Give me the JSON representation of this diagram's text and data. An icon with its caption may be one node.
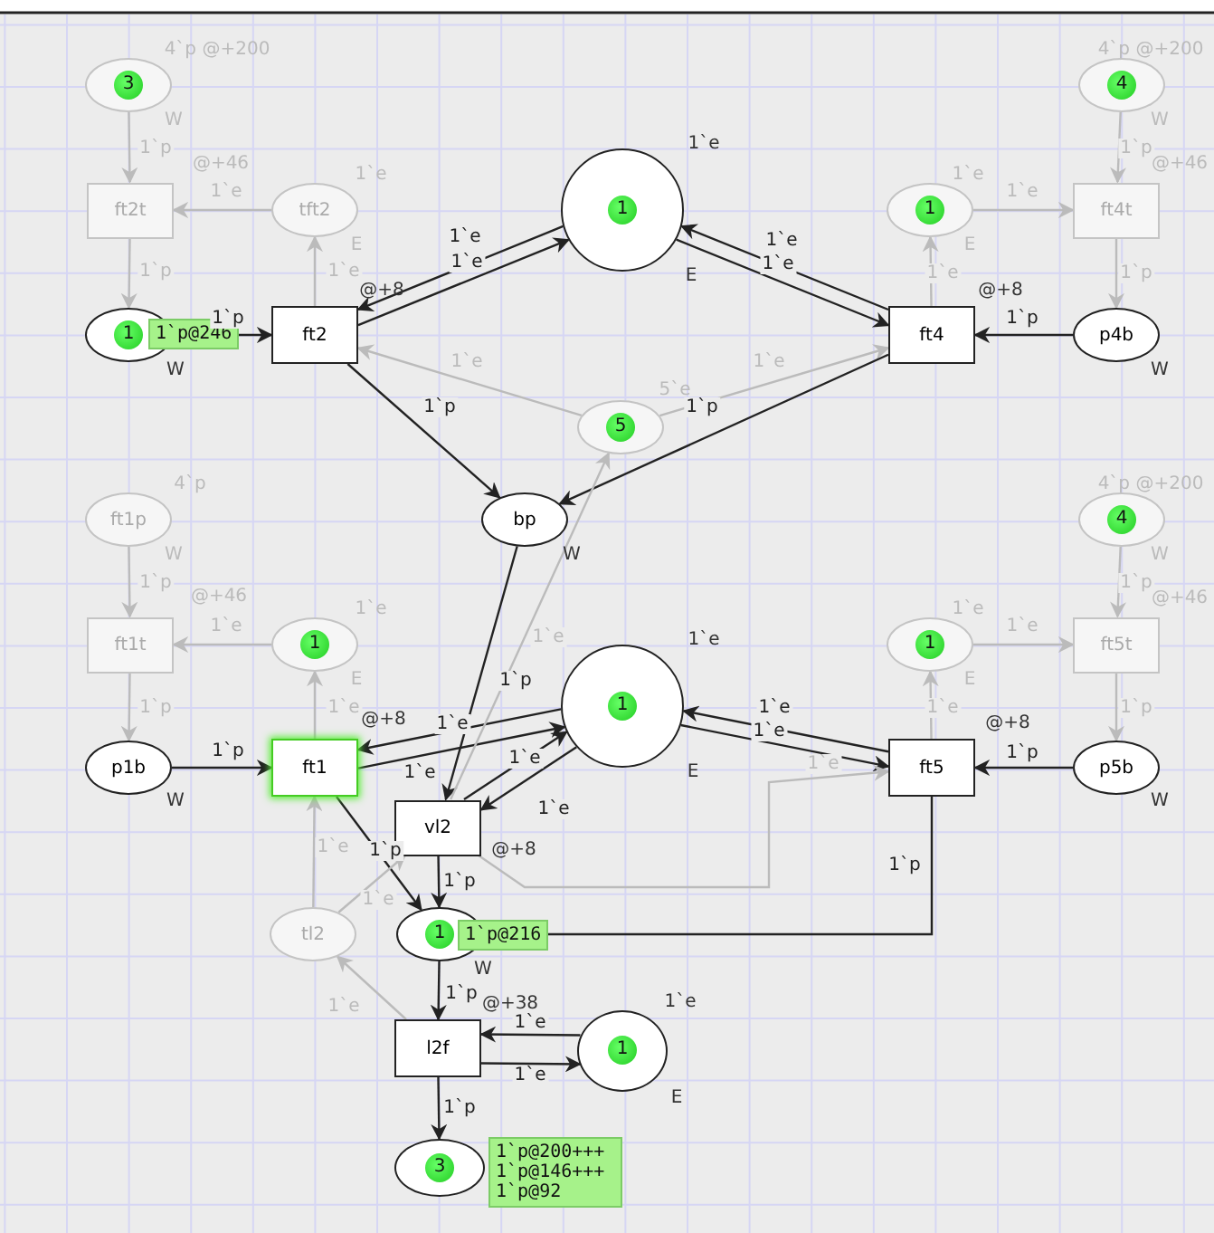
{
  "diagram": {
    "nodes": [
      {
        "text": [
          "3"
        ],
        "beside": [
          "4`p @+200",
          "W"
        ]
      },
      {
        "text": [
          "ft2t"
        ],
        "beside": [
          "@+46"
        ]
      },
      {
        "text": [
          "tft2"
        ],
        "beside": [
          "1`e",
          "E"
        ]
      },
      {
        "text": [
          "1"
        ],
        "beside": [
          "1`p@246",
          "W"
        ]
      },
      {
        "text": [
          "ft2"
        ],
        "beside": [
          "@+8"
        ]
      },
      {
        "text": [
          "1"
        ],
        "beside": [
          "1`e",
          "E"
        ]
      },
      {
        "text": [
          "4"
        ],
        "beside": [
          "4`p @+200",
          "W"
        ]
      },
      {
        "text": [
          "1"
        ],
        "beside": [
          "1`e",
          "E"
        ]
      },
      {
        "text": [
          "ft4t"
        ],
        "beside": [
          "@+46"
        ]
      },
      {
        "text": [
          "ft4"
        ],
        "beside": [
          "@+8"
        ]
      },
      {
        "text": [
          "p4b"
        ],
        "beside": [
          "W"
        ]
      },
      {
        "text": [
          "5"
        ],
        "beside": [
          "5`e"
        ]
      },
      {
        "text": [
          "bp"
        ],
        "beside": [
          "W"
        ]
      },
      {
        "text": [
          "ft1p"
        ],
        "beside": [
          "4`p",
          "W"
        ]
      },
      {
        "text": [
          "ft1t"
        ],
        "beside": [
          "@+46"
        ]
      },
      {
        "text": [
          "1"
        ],
        "beside": [
          "1`e",
          "E"
        ]
      },
      {
        "text": [
          "p1b"
        ],
        "beside": [
          "W"
        ]
      },
      {
        "text": [
          "ft1"
        ],
        "beside": [
          "@+8"
        ]
      },
      {
        "text": [
          "1"
        ],
        "beside": [
          "1`e",
          "E"
        ]
      },
      {
        "text": [
          "1"
        ],
        "beside": [
          "1`e",
          "E"
        ]
      },
      {
        "text": [
          "ft5t"
        ],
        "beside": [
          "@+46"
        ]
      },
      {
        "text": [
          "4"
        ],
        "beside": [
          "4`p @+200",
          "W"
        ]
      },
      {
        "text": [
          "ft5"
        ],
        "beside": [
          "@+8"
        ]
      },
      {
        "text": [
          "p5b"
        ],
        "beside": [
          "W"
        ]
      },
      {
        "text": [
          "vl2"
        ],
        "beside": [
          "@+8"
        ]
      },
      {
        "text": [
          "tl2"
        ]
      },
      {
        "text": [
          "1"
        ],
        "beside": [
          "1`p@216",
          "W"
        ]
      },
      {
        "text": [
          "l2f"
        ],
        "beside": [
          "@+38"
        ]
      },
      {
        "text": [
          "1"
        ],
        "beside": [
          "1`e",
          "E"
        ]
      },
      {
        "text": [
          "3"
        ],
        "beside": [
          "1`p@200+++ 1`p@146+++ 1`p@92"
        ]
      }
    ],
    "edges": [
      {
        "from": 0,
        "to": 1,
        "arrow": "to",
        "label": "1`p",
        "color": "#bbbbbb"
      },
      {
        "from": 2,
        "to": 1,
        "arrow": "to",
        "label": "1`e",
        "color": "#bbbbbb"
      },
      {
        "from": 1,
        "to": 3,
        "arrow": "to",
        "label": "1`p",
        "color": "#bbbbbb"
      },
      {
        "from": 4,
        "to": 2,
        "arrow": "to",
        "label": "1`e",
        "color": "#bbbbbb"
      },
      {
        "from": 3,
        "to": 4,
        "arrow": "to",
        "label": "1`p"
      },
      {
        "from": 5,
        "to": 4,
        "arrow": "to",
        "label": "1`e"
      },
      {
        "from": 4,
        "to": 5,
        "arrow": "to",
        "label": "1`e"
      },
      {
        "from": 4,
        "to": 12,
        "arrow": "to",
        "label": "1`p"
      },
      {
        "from": 11,
        "to": 4,
        "arrow": "to",
        "label": "1`e",
        "color": "#bbbbbb"
      },
      {
        "from": 11,
        "to": 9,
        "arrow": "to",
        "label": "1`e",
        "color": "#bbbbbb"
      },
      {
        "from": 9,
        "to": 5,
        "arrow": "to",
        "label": "1`e"
      },
      {
        "from": 5,
        "to": 9,
        "arrow": "to",
        "label": "1`e"
      },
      {
        "from": 9,
        "to": 7,
        "arrow": "to",
        "label": "1`e",
        "color": "#bbbbbb"
      },
      {
        "from": 7,
        "to": 8,
        "arrow": "to",
        "label": "1`e",
        "color": "#bbbbbb"
      },
      {
        "from": 6,
        "to": 8,
        "arrow": "to",
        "label": "1`p",
        "color": "#bbbbbb"
      },
      {
        "from": 8,
        "to": 10,
        "arrow": "to",
        "label": "1`p",
        "color": "#bbbbbb"
      },
      {
        "from": 10,
        "to": 9,
        "arrow": "to",
        "label": "1`p"
      },
      {
        "from": 9,
        "to": 12,
        "arrow": "to",
        "label": "1`p"
      },
      {
        "from": 13,
        "to": 14,
        "arrow": "to",
        "label": "1`p",
        "color": "#bbbbbb"
      },
      {
        "from": 15,
        "to": 14,
        "arrow": "to",
        "label": "1`e",
        "color": "#bbbbbb"
      },
      {
        "from": 14,
        "to": 16,
        "arrow": "to",
        "label": "1`p",
        "color": "#bbbbbb"
      },
      {
        "from": 17,
        "to": 15,
        "arrow": "to",
        "label": "1`e",
        "color": "#bbbbbb"
      },
      {
        "from": 16,
        "to": 17,
        "arrow": "to",
        "label": "1`p"
      },
      {
        "from": 18,
        "to": 17,
        "arrow": "to",
        "label": "1`e"
      },
      {
        "from": 17,
        "to": 18,
        "arrow": "to",
        "label": "1`e"
      },
      {
        "from": 12,
        "to": 24,
        "arrow": "to",
        "label": "1`p"
      },
      {
        "from": 24,
        "to": 11,
        "arrow": "to",
        "label": "1`e",
        "color": "#bbbbbb"
      },
      {
        "from": 24,
        "to": 18,
        "arrow": "to",
        "label": "1`e"
      },
      {
        "from": 18,
        "to": 24,
        "arrow": "to",
        "label": "1`e"
      },
      {
        "from": 17,
        "to": 26,
        "arrow": "to",
        "label": "1`p"
      },
      {
        "from": 24,
        "to": 26,
        "arrow": "to",
        "label": "1`p"
      },
      {
        "from": 22,
        "to": 18,
        "arrow": "to",
        "label": "1`e"
      },
      {
        "from": 18,
        "to": 22,
        "arrow": "to",
        "label": "1`e"
      },
      {
        "from": 22,
        "to": 19,
        "arrow": "to",
        "label": "1`e",
        "color": "#bbbbbb"
      },
      {
        "from": 19,
        "to": 20,
        "arrow": "to",
        "label": "1`e",
        "color": "#bbbbbb"
      },
      {
        "from": 21,
        "to": 20,
        "arrow": "to",
        "label": "1`p",
        "color": "#bbbbbb"
      },
      {
        "from": 20,
        "to": 23,
        "arrow": "to",
        "label": "1`p",
        "color": "#bbbbbb"
      },
      {
        "from": 23,
        "to": 22,
        "arrow": "to",
        "label": "1`p"
      },
      {
        "from": 24,
        "to": 22,
        "arrow": "to",
        "label": "1`e",
        "color": "#bbbbbb"
      },
      {
        "from": 25,
        "to": 17,
        "arrow": "to",
        "label": "1`e",
        "color": "#bbbbbb"
      },
      {
        "from": 25,
        "to": 24,
        "arrow": "to",
        "label": "1`e",
        "color": "#bbbbbb"
      },
      {
        "from": 27,
        "to": 25,
        "arrow": "to",
        "label": "1`e",
        "color": "#bbbbbb"
      },
      {
        "from": 22,
        "to": 26,
        "arrow": "to",
        "label": "1`p"
      },
      {
        "from": 26,
        "to": 27,
        "arrow": "to",
        "label": "1`p"
      },
      {
        "from": 28,
        "to": 27,
        "arrow": "to",
        "label": "1`e"
      },
      {
        "from": 27,
        "to": 28,
        "arrow": "to",
        "label": "1`e"
      },
      {
        "from": 27,
        "to": 29,
        "arrow": "to",
        "label": "1`p"
      }
    ]
  }
}
